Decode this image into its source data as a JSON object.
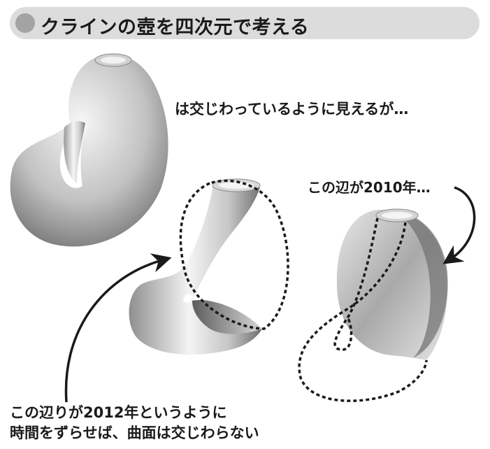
{
  "header": {
    "title": "クラインの壺を四次元で考える"
  },
  "captions": {
    "intersect": "は交じわっているように見えるが…",
    "edge_2010": "この辺が2010年…",
    "shift_line1": "この辺りが2012年というように",
    "shift_line2": "時間をずらせば、曲面は交じわらない"
  },
  "colors": {
    "title_bar": "#dcdcdc",
    "bullet": "#a3a3a3",
    "surface_dark": "#8a8a8a",
    "surface_light": "#f4f4f4",
    "stroke": "#1a1a1a"
  }
}
